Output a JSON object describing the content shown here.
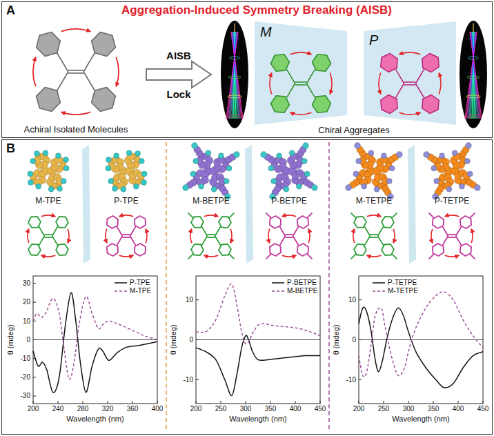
{
  "diagram": {
    "title": "Aggregation-Induced Symmetry Breaking (AISB)",
    "nodes": [
      {
        "text": [
          "A"
        ]
      },
      {
        "text": [
          "M"
        ],
        "in": 0
      },
      {
        "text": [
          "P"
        ],
        "in": 0
      },
      {
        "text": [
          "B"
        ]
      }
    ],
    "labels": [
      "AISB",
      "Lock",
      "Achiral Isolated Molecules",
      "Chiral Aggregates",
      "M-TPE",
      "P-TPE",
      "M-BETPE",
      "P-BETPE",
      "M-TETPE",
      "P-TETPE",
      "θ (mdeg)",
      "30",
      "20",
      "10",
      "0",
      "-10",
      "-20",
      "-30",
      "200",
      "240",
      "280",
      "320",
      "360",
      "400",
      "Wavelength (nm)",
      "θ (mdeg)",
      "10",
      "0",
      "-10",
      "200",
      "250",
      "300",
      "350",
      "400",
      "450",
      "Wavelength (nm)",
      "θ (mdeg)",
      "10",
      "0",
      "-10",
      "200",
      "250",
      "300",
      "350",
      "400",
      "450",
      "Wavelength (nm)"
    ],
    "legend": [
      {
        "text": "P-TPE"
      },
      {
        "text": "M-TPE"
      },
      {
        "text": "P-BETPE"
      },
      {
        "text": "M-BETPE"
      },
      {
        "text": "P-TETPE"
      },
      {
        "text": "M-TETPE"
      }
    ]
  }
}
